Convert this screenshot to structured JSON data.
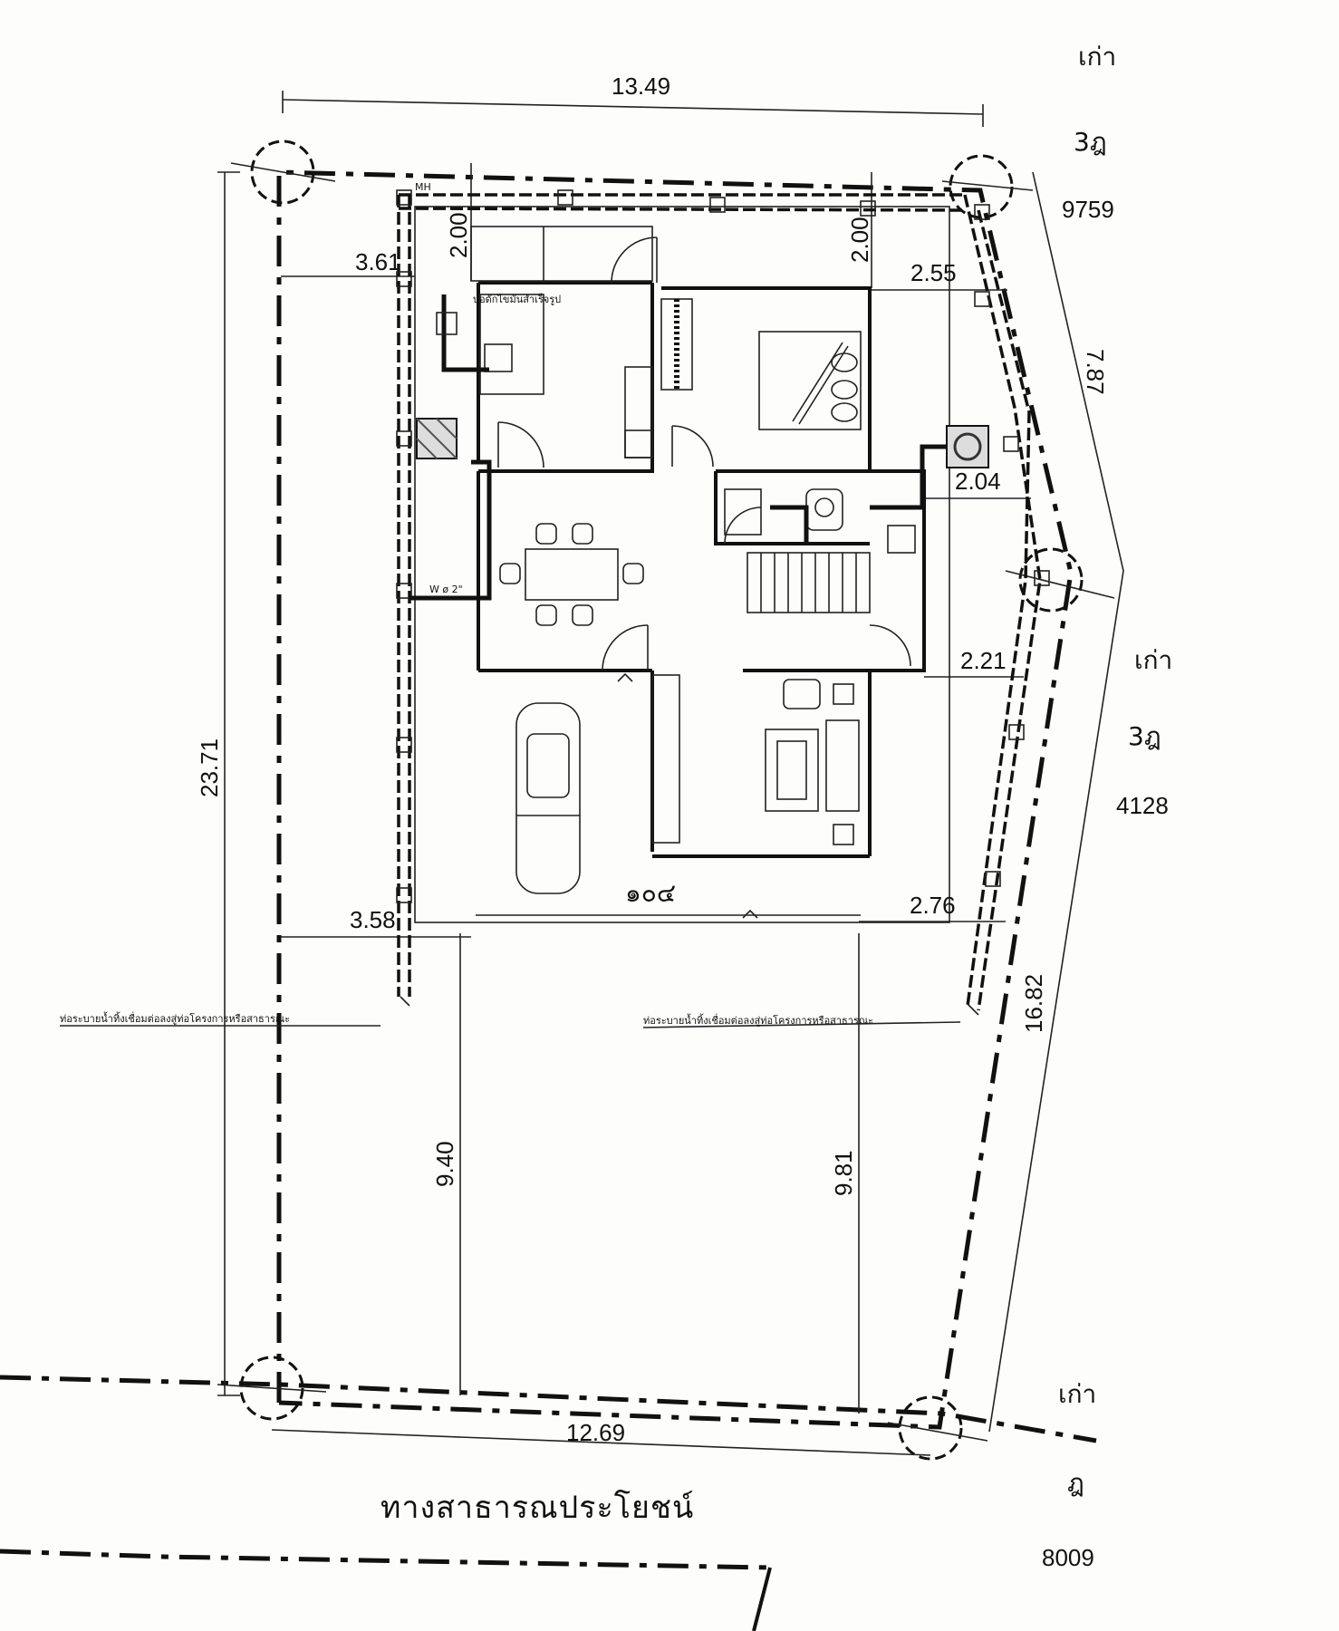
{
  "dimensions": {
    "top_width": "13.49",
    "bottom_width": "12.69",
    "left_length": "23.71",
    "right_upper": "7.87",
    "right_lower": "16.82",
    "rear_setback_left": "2.00",
    "rear_setback_right": "2.00",
    "left_setback_top": "3.61",
    "left_setback_bottom": "3.58",
    "right_setback_1": "2.55",
    "right_setback_2": "2.04",
    "right_setback_3": "2.21",
    "right_setback_4": "2.76",
    "front_setback_left": "9.40",
    "front_setback_right": "9.81"
  },
  "neighbors": {
    "top_right": {
      "line1": "เก่า",
      "line2": "3ฎ",
      "line3": "9759"
    },
    "middle_right": {
      "line1": "เก่า",
      "line2": "3ฎ",
      "line3": "4128"
    },
    "bottom_right": {
      "line1": "เก่า",
      "line2": "ฎ",
      "line3": "8009"
    }
  },
  "labels": {
    "house_number": "๑๐๔",
    "road": "ทางสาธารณประโยชน์",
    "grease_trap": "บ่อดักไขมันสำเร็จรูป",
    "drain_note_left": "ท่อระบายน้ำทิ้งเชื่อมต่อลงสู่ท่อโครงการหรือสาธารณะ",
    "drain_note_right": "ท่อระบายน้ำทิ้งเชื่อมต่อลงสู่ท่อโครงการหรือสาธารณะ",
    "manhole": "MH",
    "pipe_size": "W ø 2\""
  }
}
